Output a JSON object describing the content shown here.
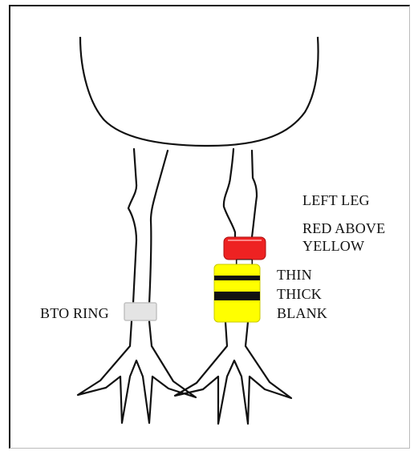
{
  "labels": {
    "left_leg": "LEFT LEG",
    "colour_line1": "RED ABOVE",
    "colour_line2": "YELLOW",
    "thin": "THIN",
    "thick": "THICK",
    "blank": "BLANK",
    "bto_ring": "BTO RING"
  },
  "colors": {
    "red_ring": "#ee2222",
    "yellow_ring": "#ffff00",
    "stripe_black": "#111111",
    "bto_ring": "#e4e4e4",
    "outline": "#111111"
  }
}
